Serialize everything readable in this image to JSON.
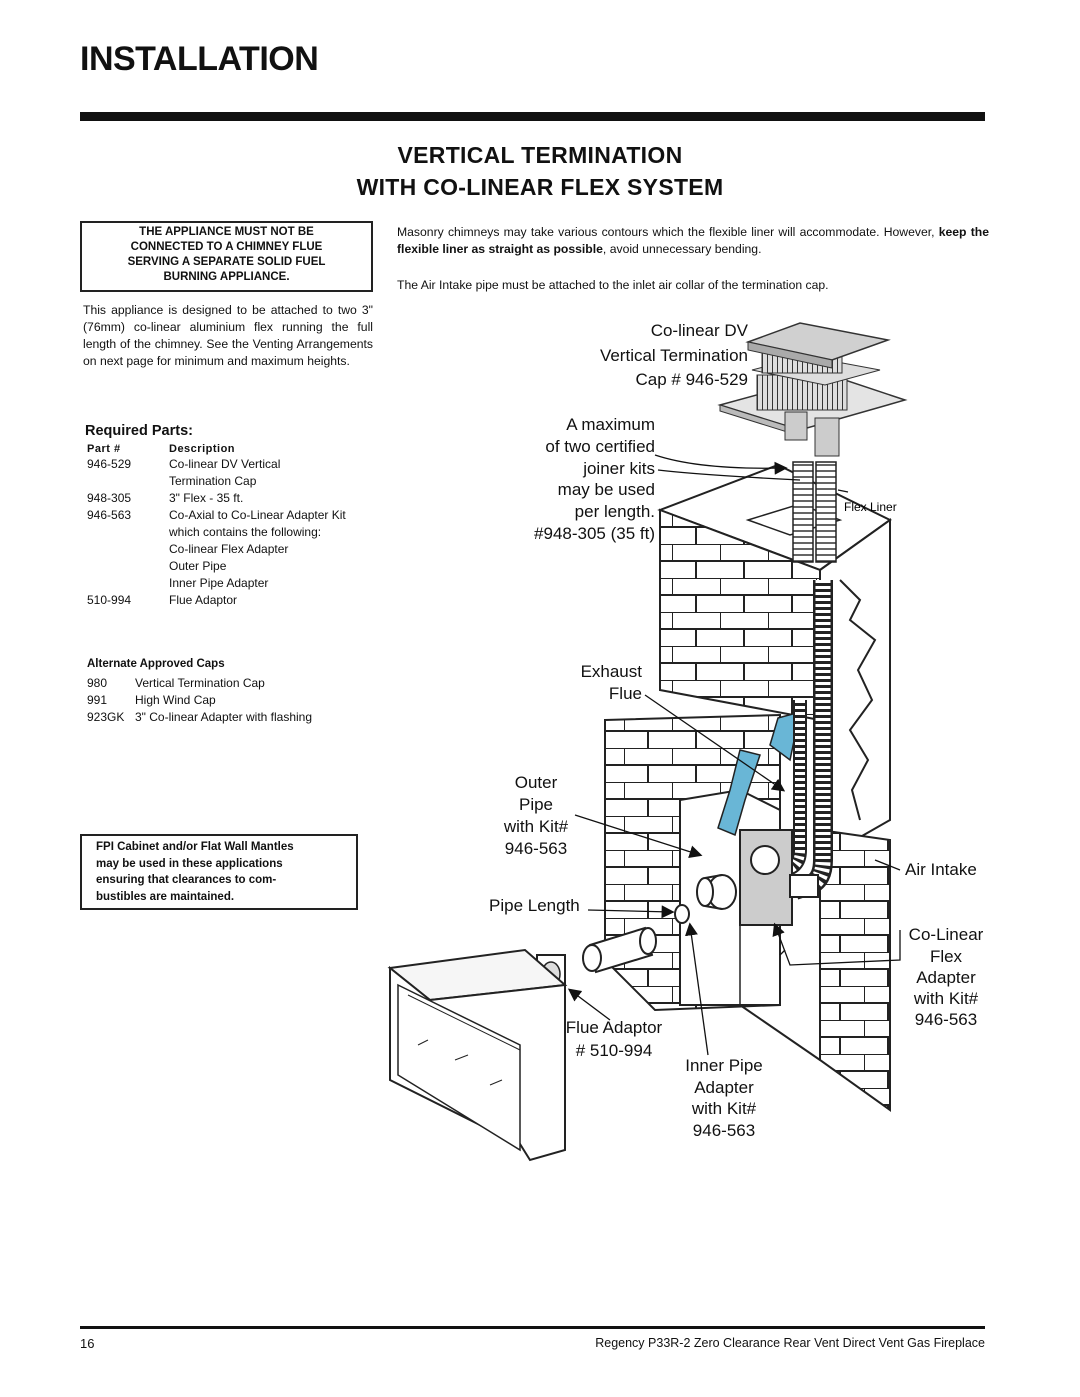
{
  "header": {
    "title": "INSTALLATION"
  },
  "section": {
    "title_line1": "VERTICAL  TERMINATION",
    "title_line2": "WITH  CO-LINEAR  FLEX  SYSTEM"
  },
  "warning_box": {
    "lines": [
      "THE APPLIANCE MUST NOT BE",
      "CONNECTED TO A CHIMNEY FLUE",
      "SERVING A SEPARATE SOLID FUEL",
      "BURNING APPLIANCE."
    ]
  },
  "intro": {
    "text": "This appliance is designed to be attached to two 3\" (76mm) co-linear aluminium flex running the full length of the chimney. See the Venting Arrangements on next page for minimum and maximum heights."
  },
  "right_text": {
    "p1_start": "Masonry chimneys may take various contours which the flexible liner will accommodate. However, ",
    "p1_bold": "keep the flexible liner as straight as possible",
    "p1_end": ", avoid unnecessary bending.",
    "p2": "The Air Intake pipe must  be attached to the inlet air collar of the termination cap."
  },
  "required_parts": {
    "title": "Required Parts:",
    "col_part": "Part #",
    "col_desc": "Description",
    "rows": [
      {
        "part": "946-529",
        "desc": [
          "Co-linear DV Vertical",
          "Termination Cap"
        ]
      },
      {
        "part": "948-305",
        "desc": [
          "3\" Flex - 35 ft."
        ]
      },
      {
        "part": "946-563",
        "desc": [
          "Co-Axial to Co-Linear Adapter Kit",
          "which contains the following:",
          "Co-linear Flex Adapter",
          "Outer Pipe",
          "Inner Pipe Adapter"
        ]
      },
      {
        "part": "510-994",
        "desc": [
          "Flue Adaptor"
        ]
      }
    ]
  },
  "alternate_caps": {
    "title": "Alternate  Approved  Caps",
    "rows": [
      {
        "part": "980",
        "desc": "Vertical Termination Cap"
      },
      {
        "part": "991",
        "desc": "High Wind Cap"
      },
      {
        "part": "923GK",
        "desc": "3\" Co-linear Adapter with flashing"
      }
    ]
  },
  "mantle_note": {
    "lines": [
      "FPI Cabinet and/or Flat Wall Mantles",
      "may be used in these applications",
      "ensuring that clearances to com-",
      "bustibles are maintained."
    ]
  },
  "diagram": {
    "cap_label": [
      "Co-linear DV",
      "Vertical Termination",
      "Cap # 946-529"
    ],
    "max_label": [
      "A maximum",
      "of two certified",
      "joiner kits",
      "may be used",
      "per length.",
      "#948-305 (35 ft)"
    ],
    "flex_liner": "Flex Liner",
    "exhaust": [
      "Exhaust",
      "Flue"
    ],
    "outer_pipe": [
      "Outer",
      "Pipe",
      "with Kit#",
      "946-563"
    ],
    "air_intake": "Air Intake",
    "pipe_length": "Pipe Length",
    "colinear_flex": [
      "Co-Linear",
      "Flex",
      "Adapter",
      "with Kit#",
      "946-563"
    ],
    "flue_adaptor": [
      "Flue Adaptor",
      "# 510-994"
    ],
    "inner_pipe": [
      "Inner Pipe",
      "Adapter",
      "with Kit#",
      "946-563"
    ]
  },
  "footer": {
    "page_number": "16",
    "doc_title": "Regency P33R-2 Zero Clearance Rear Vent Direct Vent Gas Fireplace"
  }
}
